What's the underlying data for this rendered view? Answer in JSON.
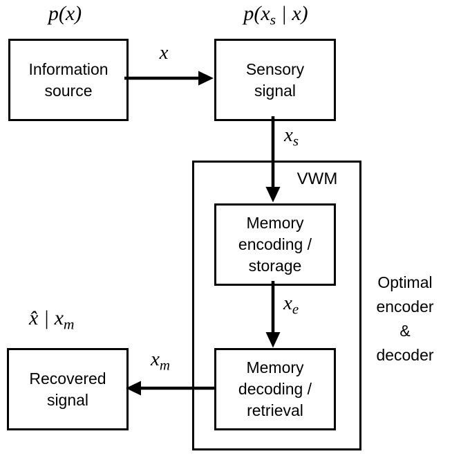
{
  "diagram": {
    "boxes": {
      "information_source": "Information\nsource",
      "sensory_signal": "Sensory\nsignal",
      "memory_encoding": "Memory\nencoding /\nstorage",
      "memory_decoding": "Memory\ndecoding /\nretrieval",
      "recovered_signal": "Recovered\nsignal"
    },
    "container_label": "VWM",
    "side_note": "Optimal\nencoder &\ndecoder",
    "math_labels": {
      "source_prior": "p(x)",
      "sensory_likelihood_pre": "p(x",
      "sensory_likelihood_sub": "s",
      "sensory_likelihood_post": " | x)",
      "arrow_x": "x",
      "arrow_xs_base": "x",
      "arrow_xs_sub": "s",
      "arrow_xe_base": "x",
      "arrow_xe_sub": "e",
      "arrow_xm_base": "x",
      "arrow_xm_sub": "m",
      "estimate_pre": "x̂ | x",
      "estimate_sub": "m"
    },
    "colors": {
      "line": "#000000",
      "background": "#ffffff",
      "text": "#000000"
    }
  }
}
